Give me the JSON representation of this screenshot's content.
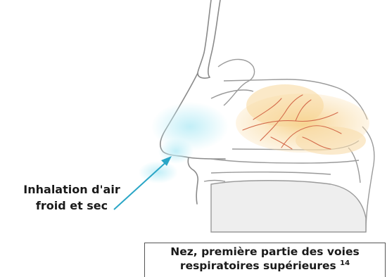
{
  "label": {
    "line1": "Inhalation d'air",
    "line2": "froid et sec"
  },
  "caption": {
    "line1": "Nez, première partie des voies",
    "line2": "respiratoires supérieures",
    "footnote": "14"
  },
  "colors": {
    "arrow": "#2aa6c6",
    "air": "#9fe0ee",
    "sinus": "#f7d79a",
    "vessel": "#d36a4a",
    "outline": "#8a8a8a"
  }
}
